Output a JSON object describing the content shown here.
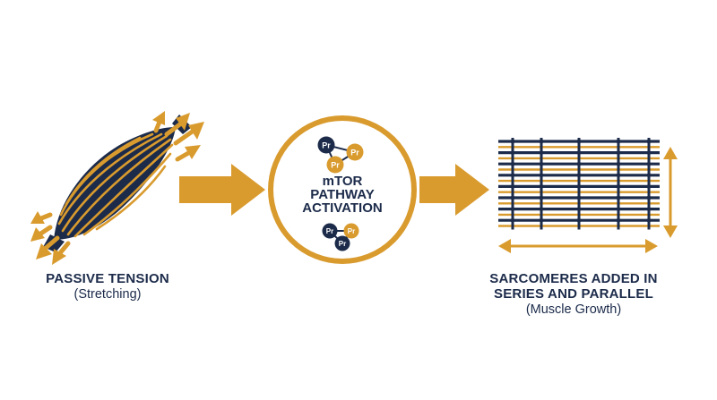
{
  "colors": {
    "navy": "#1c2b4a",
    "gold": "#d99b2e",
    "white": "#ffffff"
  },
  "stage_1": {
    "title": "PASSIVE TENSION",
    "subtitle": "(Stretching)",
    "icon": "stretched-muscle-icon"
  },
  "stage_2": {
    "line_1": "mTOR",
    "line_2": "PATHWAY",
    "line_3": "ACTIVATION",
    "icon": "protein-cluster-icon",
    "protein_label": "Pr"
  },
  "stage_3": {
    "title_line_1": "SARCOMERES ADDED IN",
    "title_line_2": "SERIES AND PARALLEL",
    "subtitle": "(Muscle Growth)",
    "icon": "sarcomere-grid-icon"
  }
}
